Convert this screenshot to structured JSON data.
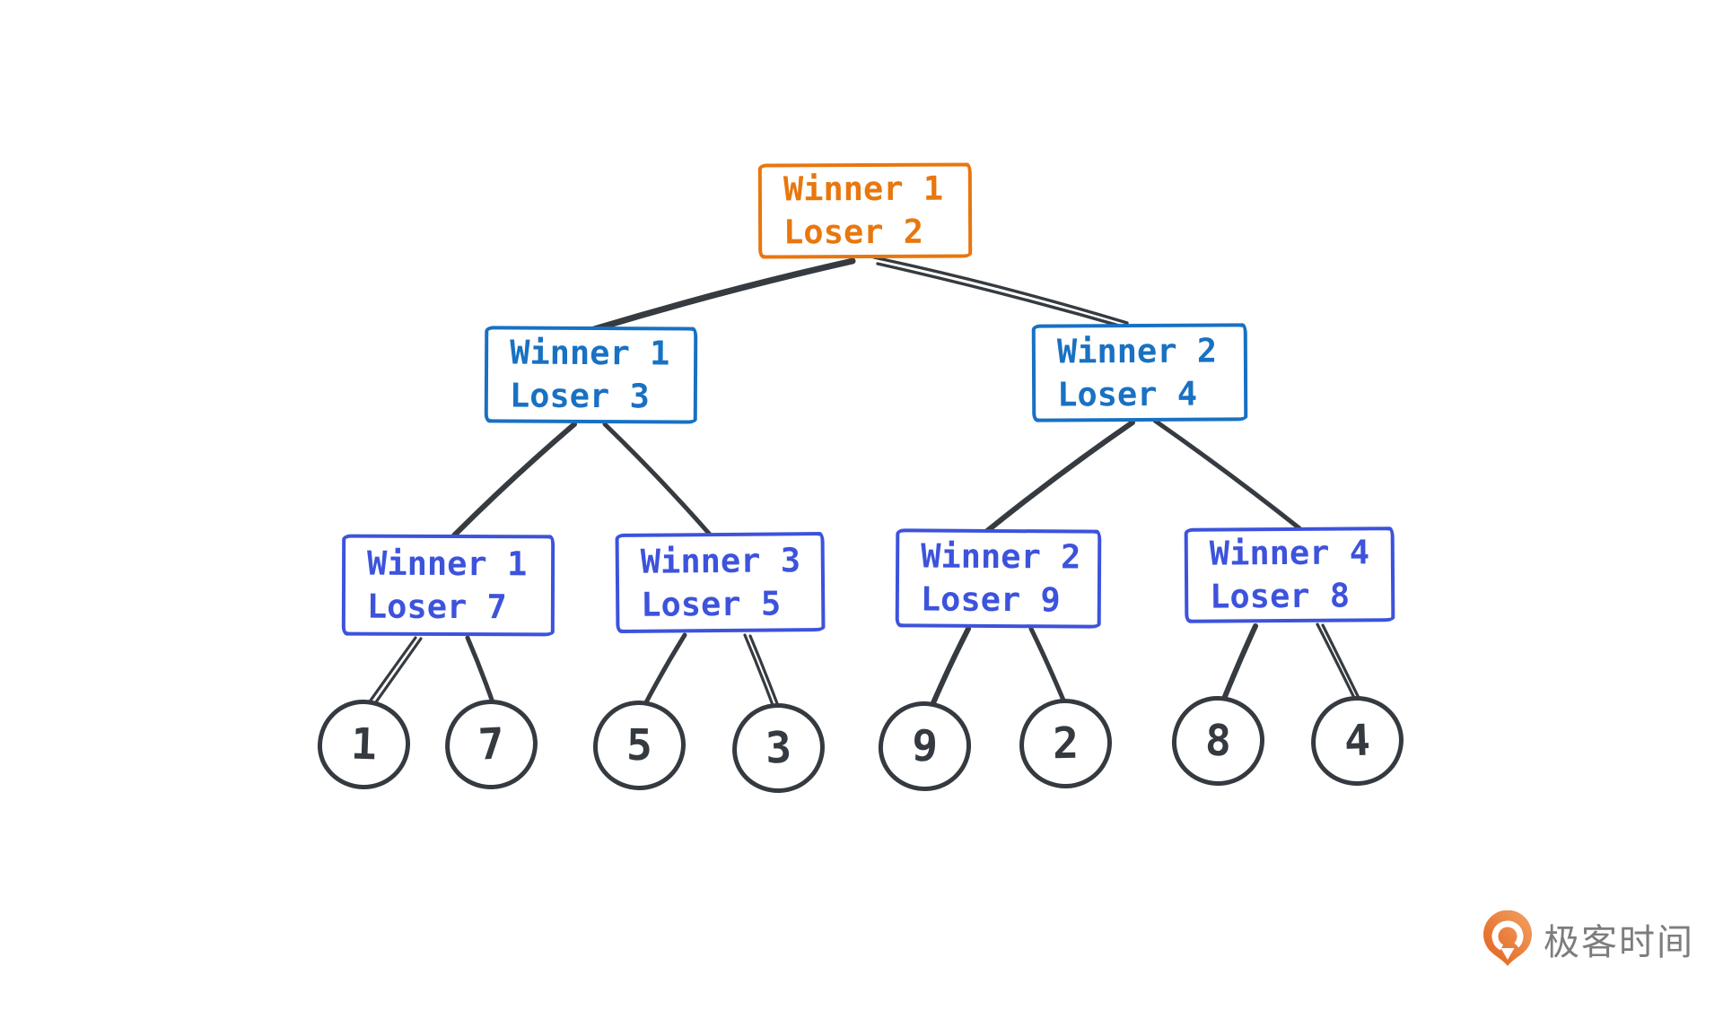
{
  "diagram": {
    "kind": "loser-tree / tournament tree sketch",
    "background": "#ffffff"
  },
  "colors": {
    "root_box": "#e8770e",
    "level2_box": "#1971c2",
    "level3_box": "#3d53dc",
    "edges_and_leaves": "#343a40",
    "logo_orange": "#e96c1e",
    "logo_text_gray": "#7d7d7d"
  },
  "tree": {
    "root": {
      "winner": "Winner 1",
      "loser": "Loser 2"
    },
    "level2": [
      {
        "winner": "Winner 1",
        "loser": "Loser 3"
      },
      {
        "winner": "Winner 2",
        "loser": "Loser 4"
      }
    ],
    "level3": [
      {
        "winner": "Winner 1",
        "loser": "Loser 7"
      },
      {
        "winner": "Winner 3",
        "loser": "Loser 5"
      },
      {
        "winner": "Winner 2",
        "loser": "Loser 9"
      },
      {
        "winner": "Winner 4",
        "loser": "Loser 8"
      }
    ],
    "leaves": [
      "1",
      "7",
      "5",
      "3",
      "9",
      "2",
      "8",
      "4"
    ]
  },
  "logo": {
    "text": "极客时间",
    "icon": "geektime-logo-icon"
  }
}
